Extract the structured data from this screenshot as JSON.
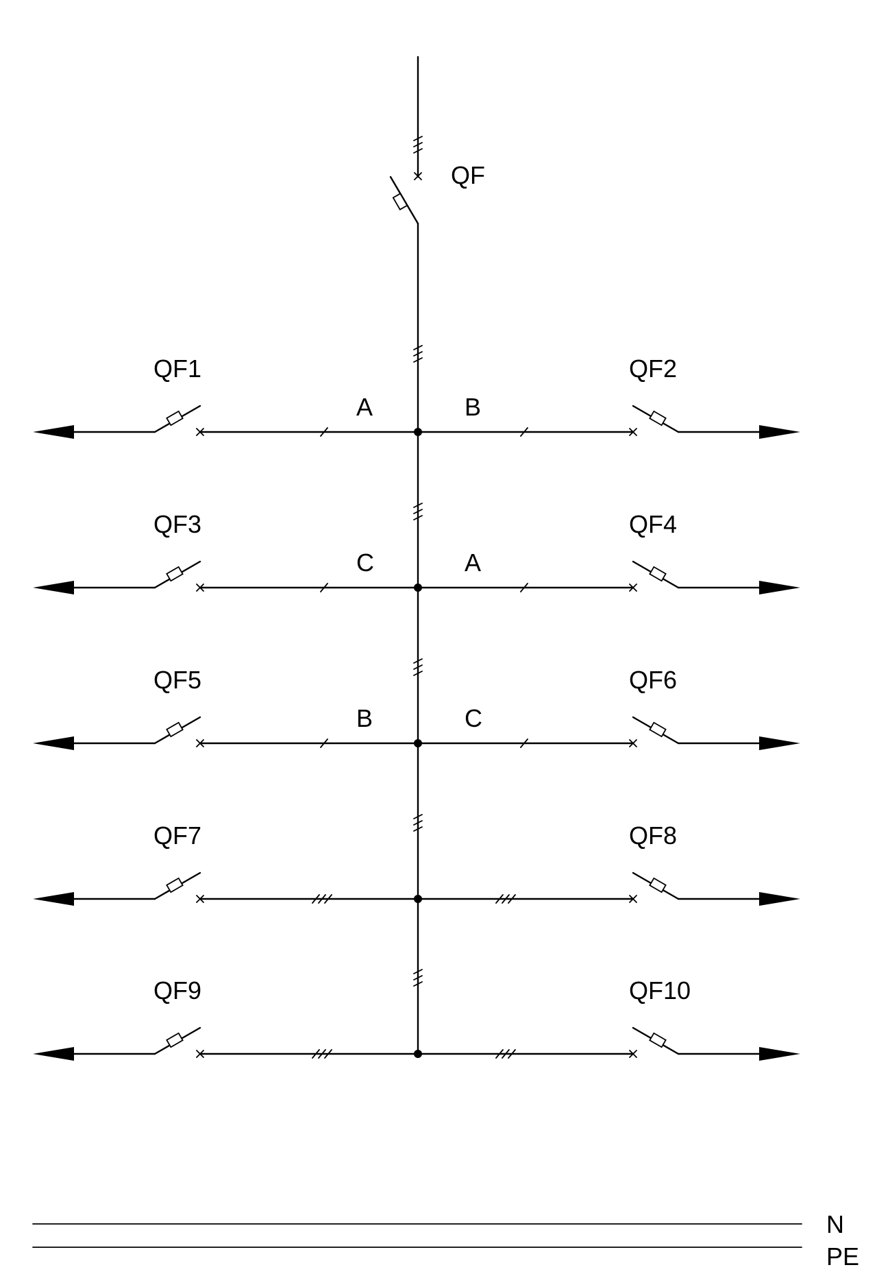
{
  "main_breaker": {
    "label": "QF"
  },
  "rows": [
    {
      "left": {
        "label": "QF1",
        "phase": "A"
      },
      "right": {
        "label": "QF2",
        "phase": "B"
      }
    },
    {
      "left": {
        "label": "QF3",
        "phase": "C"
      },
      "right": {
        "label": "QF4",
        "phase": "A"
      }
    },
    {
      "left": {
        "label": "QF5",
        "phase": "B"
      },
      "right": {
        "label": "QF6",
        "phase": "C"
      }
    },
    {
      "left": {
        "label": "QF7",
        "phase": ""
      },
      "right": {
        "label": "QF8",
        "phase": ""
      }
    },
    {
      "left": {
        "label": "QF9",
        "phase": ""
      },
      "right": {
        "label": "QF10",
        "phase": ""
      }
    }
  ],
  "conductors": {
    "neutral": "N",
    "protective_earth": "PE"
  }
}
